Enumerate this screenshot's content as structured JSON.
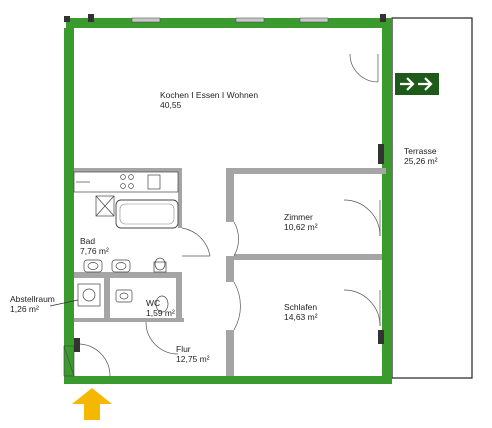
{
  "rooms": {
    "kochen": {
      "name": "Kochen I Essen I Wohnen",
      "area": "40,55"
    },
    "terrasse": {
      "name": "Terrasse",
      "area": "25,26 m²"
    },
    "zimmer": {
      "name": "Zimmer",
      "area": "10,62 m²"
    },
    "bad": {
      "name": "Bad",
      "area": "7,76 m²"
    },
    "schlafen": {
      "name": "Schlafen",
      "area": "14,63 m²"
    },
    "abstellraum": {
      "name": "Abstellraum",
      "area": "1,26 m²"
    },
    "wc": {
      "name": "WC",
      "area": "1,59 m²"
    },
    "flur": {
      "name": "Flur",
      "area": "12,75 m²"
    }
  },
  "colors": {
    "wall_green": "#3a9a2e",
    "wall_gray": "#a5a5a5",
    "entrance_arrow": "#f5b800",
    "exit_sign": "#1e5a1a"
  },
  "icons": {
    "entrance": "arrow-up-icon",
    "exit": "double-arrow-right-icon"
  }
}
